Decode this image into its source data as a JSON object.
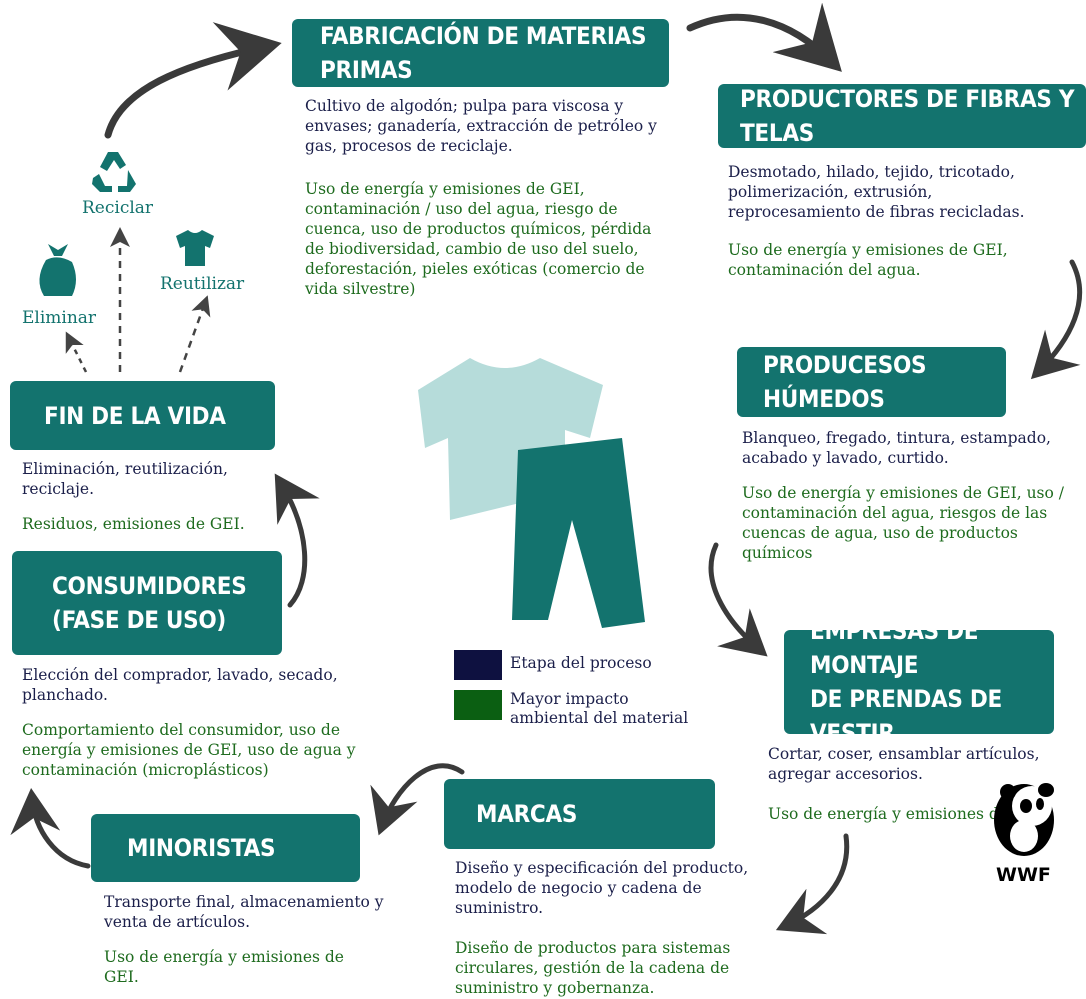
{
  "colors": {
    "box_teal": "#13736e",
    "process_text": "#1b1f4a",
    "impact_text": "#1e6b1e",
    "legend_process": "#0e1140",
    "legend_impact": "#0b5f12",
    "shirt": "#b6dcda",
    "pants": "#13736e",
    "arrow": "#3a3a3a"
  },
  "stages": {
    "raw_materials": {
      "title": "FABRICACIÓN DE MATERIAS PRIMAS",
      "process": "Cultivo de algodón; pulpa para viscosa y envases; ganadería, extracción de petróleo y gas, procesos de reciclaje.",
      "impact": "Uso de energía y emisiones de GEI, contaminación / uso del agua, riesgo de cuenca, uso de productos químicos, pérdida de biodiversidad, cambio de uso del suelo, deforestación, pieles exóticas (comercio de vida silvestre)"
    },
    "fiber_producers": {
      "title": "PRODUCTORES DE FIBRAS Y TELAS",
      "process": "Desmotado, hilado, tejido, tricotado, polimerización, extrusión, reprocesamiento de fibras recicladas.",
      "impact": "Uso de energía y emisiones de GEI, contaminación del agua."
    },
    "wet_processes": {
      "title": "PRODUCESOS HÚMEDOS",
      "process": "Blanqueo, fregado, tintura, estampado, acabado y lavado, curtido.",
      "impact": "Uso de energía y emisiones de GEI, uso / contaminación del agua, riesgos de las cuencas de agua, uso de productos químicos"
    },
    "garment_assembly": {
      "title_line1": "EMPRESAS DE MONTAJE",
      "title_line2": "DE PRENDAS DE VESTIR",
      "process": "Cortar, coser, ensamblar artículos, agregar accesorios.",
      "impact": "Uso de energía y emisiones de GEI"
    },
    "brands": {
      "title": "MARCAS",
      "process": "Diseño y especificación del producto, modelo de negocio y cadena de suministro.",
      "impact": "Diseño de productos para sistemas circulares, gestión de la cadena de suministro y gobernanza."
    },
    "retailers": {
      "title": "MINORISTAS",
      "process": "Transporte final, almacenamiento y venta de artículos.",
      "impact": "Uso de energía y emisiones de GEI."
    },
    "consumers": {
      "title_line1": "CONSUMIDORES",
      "title_line2": "(FASE DE USO)",
      "process": "Elección del comprador, lavado, secado, planchado.",
      "impact": "Comportamiento del consumidor, uso de energía y emisiones de GEI, uso de agua y contaminación (microplásticos)"
    },
    "end_of_life": {
      "title": "FIN DE LA VIDA",
      "process": "Eliminación, reutilización, reciclaje.",
      "impact": "Residuos, emisiones de GEI."
    }
  },
  "end_of_life_options": {
    "recycle": "Reciclar",
    "reuse": "Reutilizar",
    "dispose": "Eliminar"
  },
  "legend": {
    "process_stage": "Etapa del proceso",
    "impact_line1": "Mayor impacto",
    "impact_line2": "ambiental del material"
  },
  "logo": {
    "text": "WWF"
  }
}
